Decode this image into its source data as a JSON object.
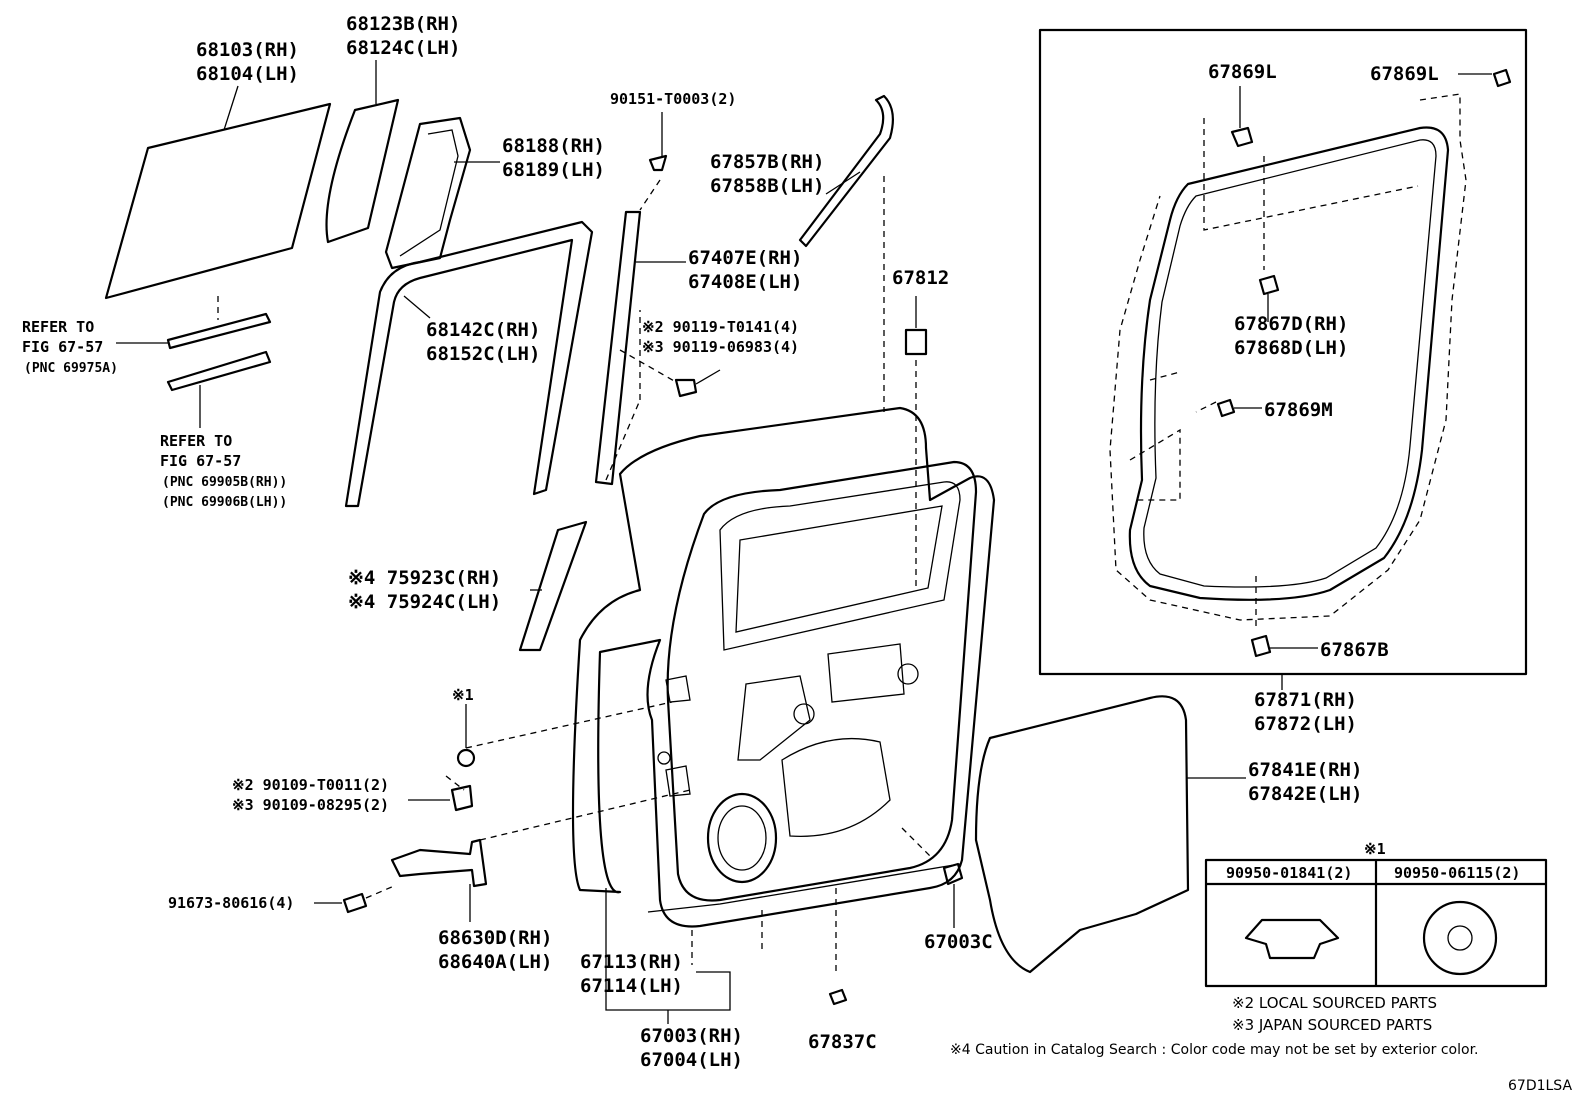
{
  "labels": {
    "p68103": "68103(RH)",
    "p68104": "68104(LH)",
    "p68123b": "68123B(RH)",
    "p68124c": "68124C(LH)",
    "p68188": "68188(RH)",
    "p68189": "68189(LH)",
    "p90151": "90151-T0003(2)",
    "p67857b": "67857B(RH)",
    "p67858b": "67858B(LH)",
    "p67407e": "67407E(RH)",
    "p67408e": "67408E(LH)",
    "p67812": "67812",
    "p68142c": "68142C(RH)",
    "p68152c": "68152C(LH)",
    "p90119a": "※2 90119-T0141(4)",
    "p90119b": "※3 90119-06983(4)",
    "refer1a": "REFER TO",
    "refer1b": "FIG 67-57",
    "refer1c": "(PNC 69975A)",
    "refer2a": "REFER TO",
    "refer2b": "FIG 67-57",
    "refer2c": "(PNC 69905B(RH))",
    "refer2d": "(PNC 69906B(LH))",
    "p75923c": "※4 75923C(RH)",
    "p75924c": "※4 75924C(LH)",
    "mark1": "※1",
    "p90109a": "※2 90109-T0011(2)",
    "p90109b": "※3 90109-08295(2)",
    "p91673": "91673-80616(4)",
    "p68630d": "68630D(RH)",
    "p68640a": "68640A(LH)",
    "p67113": "67113(RH)",
    "p67114": "67114(LH)",
    "p67003": "67003(RH)",
    "p67004": "67004(LH)",
    "p67837c": "67837C",
    "p67003c": "67003C",
    "p67869l_a": "67869L",
    "p67869l_b": "67869L",
    "p67867d": "67867D(RH)",
    "p67868d": "67868D(LH)",
    "p67869m": "67869M",
    "p67867b": "67867B",
    "p67871": "67871(RH)",
    "p67872": "67872(LH)",
    "p67841e": "67841E(RH)",
    "p67842e": "67842E(LH)"
  },
  "clip_table": {
    "title": "※1",
    "col1": "90950-01841(2)",
    "col2": "90950-06115(2)"
  },
  "notes": {
    "n2": "※2 LOCAL SOURCED PARTS",
    "n3": "※3 JAPAN SOURCED PARTS",
    "n4": "※4 Caution in Catalog Search : Color code may not be set by exterior color."
  },
  "figure_code": "67D1LSA"
}
